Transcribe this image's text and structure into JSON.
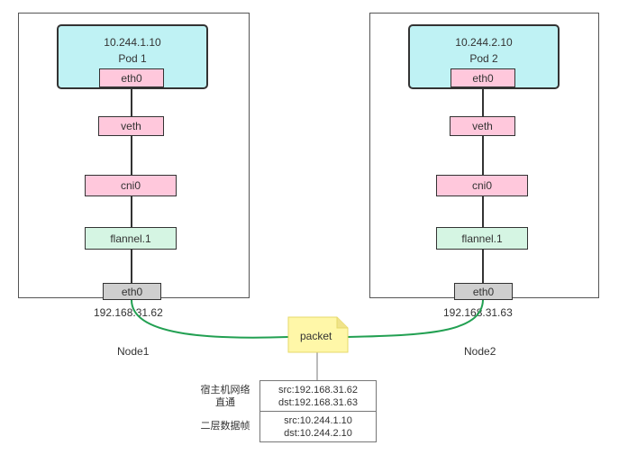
{
  "node1": {
    "pod_ip": "10.244.1.10",
    "pod_name": "Pod 1",
    "pod_eth": "eth0",
    "veth": "veth",
    "cni": "cni0",
    "flannel": "flannel.1",
    "host_eth": "eth0",
    "host_ip": "192.168.31.62",
    "name": "Node1"
  },
  "node2": {
    "pod_ip": "10.244.2.10",
    "pod_name": "Pod 2",
    "pod_eth": "eth0",
    "veth": "veth",
    "cni": "cni0",
    "flannel": "flannel.1",
    "host_eth": "eth0",
    "host_ip": "192.168.31.63",
    "name": "Node2"
  },
  "packet": {
    "label": "packet",
    "outer_label_line1": "宿主机网络",
    "outer_label_line2": "直通",
    "outer_src": "src:192.168.31.62",
    "outer_dst": "dst:192.168.31.63",
    "inner_label": "二层数据帧",
    "inner_src": "src:10.244.1.10",
    "inner_dst": "dst:10.244.2.10"
  },
  "colors": {
    "pod_fill": "#bff2f4",
    "iface_pink": "#ffc8dc",
    "iface_green": "#d5f5e3",
    "iface_gray": "#cfcfcf",
    "link_green": "#22a052",
    "note_yellow": "#fff7a8"
  }
}
